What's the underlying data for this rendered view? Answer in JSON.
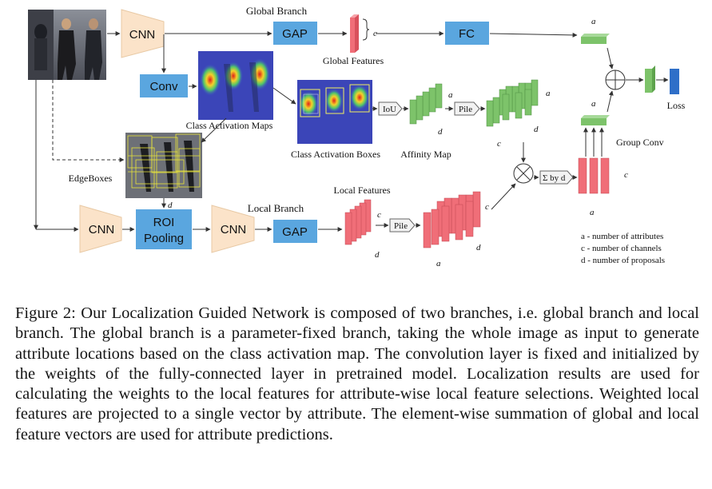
{
  "diagram": {
    "labels": {
      "global_branch": "Global Branch",
      "local_branch": "Local Branch",
      "cnn": "CNN",
      "gap": "GAP",
      "fc": "FC",
      "conv": "Conv",
      "roi_line1": "ROI",
      "roi_line2": "Pooling",
      "global_features": "Global Features",
      "local_features": "Local Features",
      "class_activation_maps": "Class Activation Maps",
      "class_activation_boxes": "Class Activation Boxes",
      "affinity_map": "Affinity Map",
      "edgeboxes": "EdgeBoxes",
      "iou": "IoU",
      "pile": "Pile",
      "sum_by_d": "Σ by d",
      "group_conv": "Group Conv",
      "loss": "Loss",
      "dim_a": "a",
      "dim_c": "c",
      "dim_d": "d"
    },
    "legend": [
      "a - number of attributes",
      "c - number of channels",
      "d - number of proposals"
    ],
    "colors": {
      "cnn_fill": "#fbe3c9",
      "block_blue": "#5aa6df",
      "feature_red": "#f06e78",
      "feature_green": "#7dc36a",
      "loss_blue": "#2f6fc8"
    }
  },
  "caption": "Figure 2: Our Localization Guided Network is composed of two branches, i.e. global branch and local branch. The global branch is a parameter-fixed branch, taking the whole image as input to generate attribute locations based on the class activation map. The convolution layer is fixed and initialized by the weights of the fully-connected layer in pretrained model. Localization results are used for calculating the weights to the local features for attribute-wise local feature selections. Weighted local features are projected to a single vector by attribute. The element-wise summation of global and local feature vectors are used for attribute predictions."
}
